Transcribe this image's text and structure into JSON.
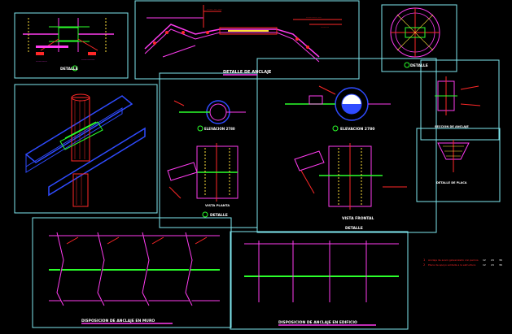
{
  "colors": {
    "background": "#000000",
    "frame": "#7fe8ef",
    "magenta": "#ff3cf0",
    "green": "#2bff2b",
    "red": "#ff2828",
    "yellow": "#ffe13a",
    "blue": "#2f4bff",
    "white": "#ffffff",
    "cyan": "#35e6ff"
  },
  "titles": {
    "detail_a": "DETALLE",
    "detail_b": "DETALLE",
    "detail_anchor": "DETALLE DE ANCLAJE",
    "elevation_1": "ELEVACION 2780",
    "plan_view": "VISTA PLANTA",
    "detail_c": "DETALLE",
    "elevation_2": "ELEVACION 2780",
    "front_view": "VISTA FRONTAL",
    "detail_d": "DETALLE",
    "section_right": "SECCION DE ANCLAJE",
    "plate_right": "DETALLE DE PLACA",
    "layout_left": "DISPOSICION DE ANCLAJE EN MURO",
    "layout_right": "DISPOSICION DE ANCLAJE EN EDIFICIO"
  },
  "legend": {
    "rows": [
      {
        "mark": "1",
        "text": "Anclaje de acero galvanizado con pernos",
        "q1": "12",
        "q2": "24",
        "q3": "36"
      },
      {
        "mark": "2",
        "text": "Placa de apoyo soldada a la estructura",
        "q1": "12",
        "q2": "24",
        "q3": "36"
      }
    ]
  }
}
